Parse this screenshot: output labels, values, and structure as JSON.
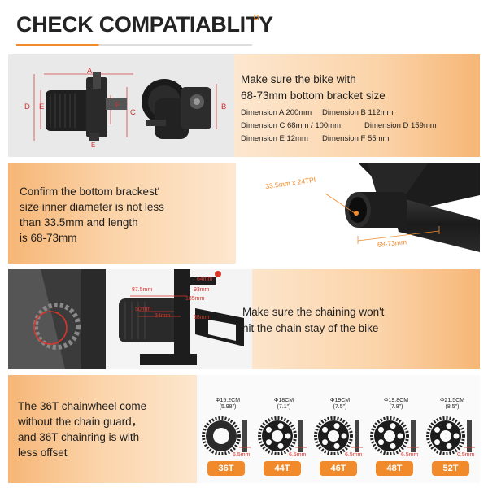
{
  "header": {
    "title": "CHECK COMPATIABLITY"
  },
  "panel1": {
    "heading_line1": "Make sure the bike with",
    "heading_line2": "68-73mm bottom bracket size",
    "dims": [
      "Dimension A 200mm",
      "Dimension B 112mm",
      "Dimension C 68mm / 100mm",
      "Dimension D 159mm",
      "Dimension E 12mm",
      "Dimension F 55mm"
    ],
    "diagram_labels": {
      "a": "A",
      "b": "B",
      "c": "C",
      "d": "D",
      "e": "E",
      "f": "F",
      "e2": "E"
    }
  },
  "panel2": {
    "lines": [
      "Confirm the bottom brackest'",
      "size inner diameter is not less",
      "than 33.5mm and length",
      "is 68-73mm"
    ],
    "thread_label": "33.5mm x 24TPI",
    "length_label": "68-73mm"
  },
  "panel3": {
    "lines": [
      "Make sure the chaining won't",
      "hit the chain stay of the bike"
    ],
    "measures": [
      "64mm",
      "93mm",
      "87.5mm",
      "185mm",
      "50mm",
      "34mm",
      "68mm"
    ]
  },
  "panel4": {
    "lines": [
      "The 36T chainwheel come",
      "without the chain guard，",
      "and 36T chainring is with",
      "less offset"
    ],
    "gears": [
      {
        "diameter": "Φ15.2CM",
        "inches": "(5.98\")",
        "offset": "6.5mm",
        "teeth": "36T",
        "guard": false
      },
      {
        "diameter": "Φ18CM",
        "inches": "(7.1\")",
        "offset": "6.5mm",
        "teeth": "44T",
        "guard": true
      },
      {
        "diameter": "Φ19CM",
        "inches": "(7.5\")",
        "offset": "6.5mm",
        "teeth": "46T",
        "guard": true
      },
      {
        "diameter": "Φ19.8CM",
        "inches": "(7.8\")",
        "offset": "6.5mm",
        "teeth": "48T",
        "guard": true
      },
      {
        "diameter": "Φ21.5CM",
        "inches": "(8.5\")",
        "offset": "0.5mm",
        "teeth": "52T",
        "guard": true
      }
    ]
  },
  "colors": {
    "accent": "#f08a2a",
    "offset_red": "#d9352b"
  }
}
